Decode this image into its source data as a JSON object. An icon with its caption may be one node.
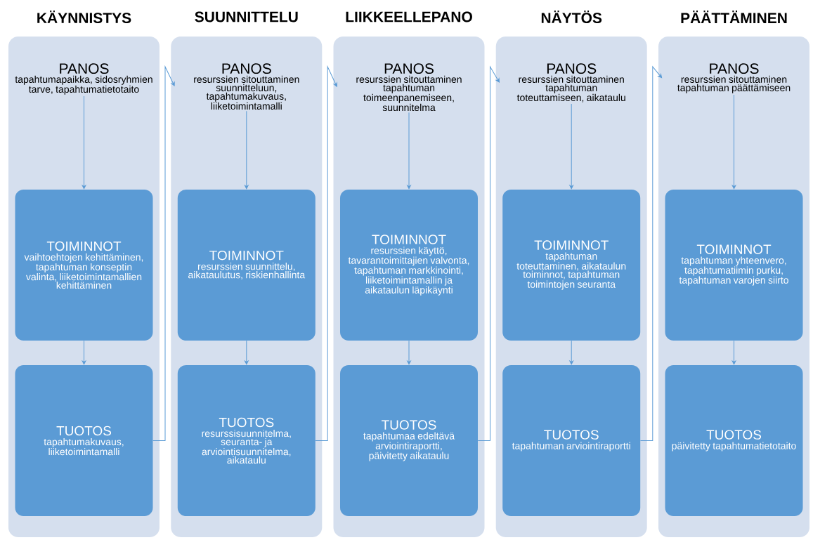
{
  "diagram": {
    "nodes": [
      {
        "text": [
          "KÄYNNISTYS"
        ]
      },
      {
        "text": [
          "PANOS",
          "tapahtumapaikka, sidosryhmien tarve, tapahtumatietotaito"
        ],
        "in": 0
      },
      {
        "text": [
          "TOIMINNOT",
          "vaihtoehtojen kehittäminen, tapahtuman konseptin valinta, liiketoimintamallien kehittäminen"
        ],
        "in": 0
      },
      {
        "text": [
          "TUOTOS",
          "tapahtumakuvaus, liiketoimintamalli"
        ],
        "in": 0
      },
      {
        "text": [
          "SUUNNITTELU"
        ]
      },
      {
        "text": [
          "PANOS",
          "resurssien sitouttaminen suunnitteluun, tapahtumakuvaus, liiketoimintamalli"
        ],
        "in": 4
      },
      {
        "text": [
          "TOIMINNOT",
          "resurssien suunnittelu, aikataulutus, riskienhallinta"
        ],
        "in": 4
      },
      {
        "text": [
          "TUOTOS",
          "resurssisuunnitelma, seuranta- ja arviointisuunnitelma, aikataulu"
        ],
        "in": 4
      },
      {
        "text": [
          "LIIKKEELLEPANO"
        ]
      },
      {
        "text": [
          "PANOS",
          "resurssien sitouttaminen tapahtuman toimeenpanemiseen, suunnitelma"
        ],
        "in": 8
      },
      {
        "text": [
          "TOIMINNOT",
          "resurssien käyttö, tavarantoimittajien valvonta, tapahtuman markkinointi, liiketoimintamallin ja aikataulun läpikäynti"
        ],
        "in": 8
      },
      {
        "text": [
          "TUOTOS",
          "tapahtumaa edeltävä arviointiraportti, päivitetty aikataulu"
        ],
        "in": 8
      },
      {
        "text": [
          "NÄYTÖS"
        ]
      },
      {
        "text": [
          "PANOS",
          "resurssien sitouttaminen tapahtuman toteuttamiseen, aikataulu"
        ],
        "in": 12
      },
      {
        "text": [
          "TOIMINNOT",
          "tapahtuman toteuttaminen, aikataulun toiminnot, tapahtuman toimintojen seuranta"
        ],
        "in": 12
      },
      {
        "text": [
          "TUOTOS",
          "tapahtuman arviointiraportti"
        ],
        "in": 12
      },
      {
        "text": [
          "PÄÄTTÄMINEN"
        ]
      },
      {
        "text": [
          "PANOS",
          "resurssien sitouttaminen tapahtuman päättämiseen"
        ],
        "in": 16
      },
      {
        "text": [
          "TOIMINNOT",
          "tapahtuman yhteenvero, tapahtumatiimin purku, tapahtuman varojen siirto"
        ],
        "in": 16
      },
      {
        "text": [
          "TUOTOS",
          "päivitetty tapahtumatietotaito"
        ],
        "in": 16
      }
    ],
    "edges": [
      {
        "from": 1,
        "to": 2,
        "arrow": "to"
      },
      {
        "from": 2,
        "to": 3,
        "arrow": "to"
      },
      {
        "from": 3,
        "to": 5,
        "arrow": "to"
      },
      {
        "from": 5,
        "to": 6,
        "arrow": "to"
      },
      {
        "from": 6,
        "to": 7,
        "arrow": "to"
      },
      {
        "from": 7,
        "to": 9,
        "arrow": "to"
      },
      {
        "from": 9,
        "to": 10,
        "arrow": "to"
      },
      {
        "from": 10,
        "to": 11,
        "arrow": "to"
      },
      {
        "from": 11,
        "to": 13,
        "arrow": "to"
      },
      {
        "from": 13,
        "to": 14,
        "arrow": "to"
      },
      {
        "from": 14,
        "to": 15,
        "arrow": "to"
      },
      {
        "from": 15,
        "to": 17,
        "arrow": "to"
      },
      {
        "from": 17,
        "to": 18,
        "arrow": "to"
      },
      {
        "from": 18,
        "to": 19,
        "arrow": "to"
      }
    ]
  }
}
